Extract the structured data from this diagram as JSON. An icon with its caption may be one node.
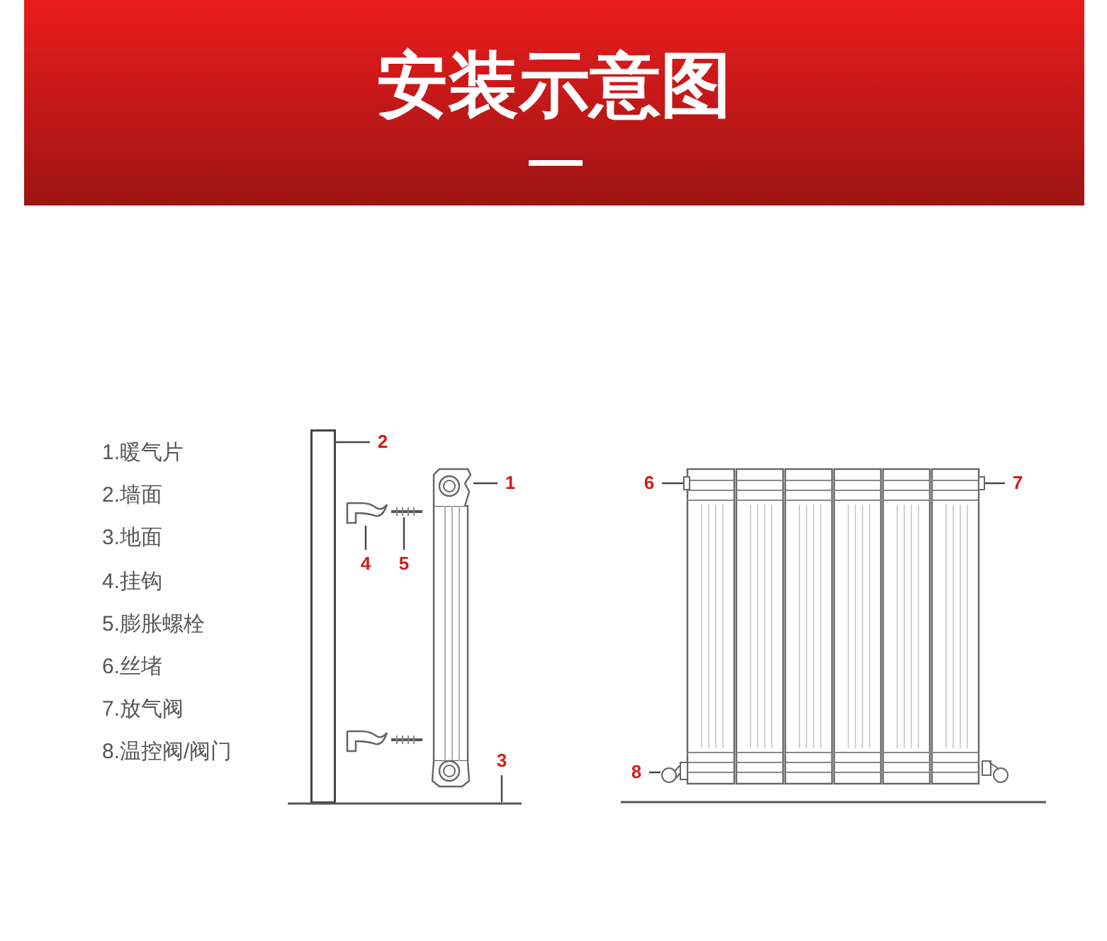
{
  "diagram": {
    "title": "安装示意图",
    "nodes": [
      {
        "text": [
          "1"
        ]
      },
      {
        "text": [],
        "shape": "picture"
      },
      {
        "text": [
          "2"
        ]
      },
      {
        "text": [],
        "shape": "box"
      },
      {
        "text": [
          "3"
        ]
      },
      {
        "text": [],
        "shape": "bar"
      },
      {
        "text": [
          "4"
        ]
      },
      {
        "text": [],
        "shape": "picture"
      },
      {
        "text": [
          "5"
        ]
      },
      {
        "text": [],
        "shape": "picture"
      },
      {
        "text": [
          "6"
        ]
      },
      {
        "text": [],
        "shape": "box"
      },
      {
        "text": [
          "7"
        ]
      },
      {
        "text": [],
        "shape": "box"
      },
      {
        "text": [
          "8"
        ]
      },
      {
        "text": [],
        "shape": "picture"
      }
    ],
    "edges": [
      {
        "from": 0,
        "to": 1,
        "arrow": "none"
      },
      {
        "from": 2,
        "to": 3,
        "arrow": "none"
      },
      {
        "from": 4,
        "to": 5,
        "arrow": "none"
      },
      {
        "from": 6,
        "to": 7,
        "arrow": "none"
      },
      {
        "from": 8,
        "to": 9,
        "arrow": "none"
      },
      {
        "from": 10,
        "to": 11,
        "arrow": "none"
      },
      {
        "from": 12,
        "to": 13,
        "arrow": "none"
      },
      {
        "from": 14,
        "to": 15,
        "arrow": "none"
      }
    ],
    "labels": [
      "1.暖气片",
      "2.墙面",
      "3.地面",
      "4.挂钩",
      "5.膨胀螺栓",
      "6.丝堵",
      "7.放气阀",
      "8.温控阀/阀门"
    ]
  }
}
